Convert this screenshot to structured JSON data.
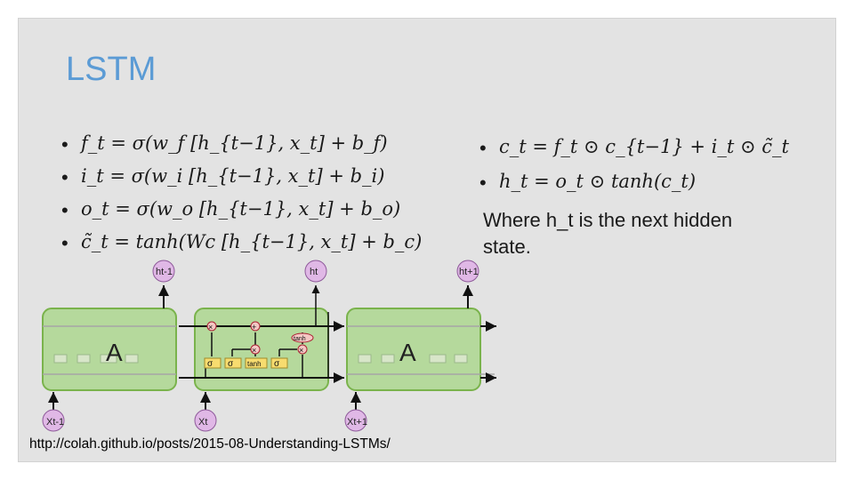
{
  "slide": {
    "title": "LSTM",
    "left_equations": [
      "f_t = σ(w_f [h_{t−1}, x_t] + b_f)",
      "i_t = σ(w_i [h_{t−1}, x_t] + b_i)",
      "o_t = σ(w_o [h_{t−1}, x_t] + b_o)",
      "c̃_t = tanh(Wc [h_{t−1}, x_t] + b_c)"
    ],
    "right_equations": [
      "c_t = f_t ⊙ c_{t−1} + i_t ⊙ c̃_t",
      "h_t = o_t ⊙ tanh(c_t)"
    ],
    "note": "Where h_t is the next hidden state.",
    "source_url": "http://colah.github.io/posts/2015-08-Understanding-LSTMs/"
  },
  "diagram": {
    "cell_label": "A",
    "inputs": [
      "Xt-1",
      "Xt",
      "Xt+1"
    ],
    "outputs": [
      "ht-1",
      "ht",
      "ht+1"
    ],
    "gates": [
      "σ",
      "σ",
      "tanh",
      "σ"
    ],
    "pointwise_ops": [
      "×",
      "+",
      "×",
      "×"
    ],
    "tanh_op": "tanh",
    "colors": {
      "cell_fill": "#b5d99c",
      "cell_border": "#7ab34c",
      "gate_fill": "#f7dc6f",
      "node_fill": "#e0b8e6",
      "op_fill": "#f4c7c3",
      "title": "#5b9bd5"
    }
  }
}
